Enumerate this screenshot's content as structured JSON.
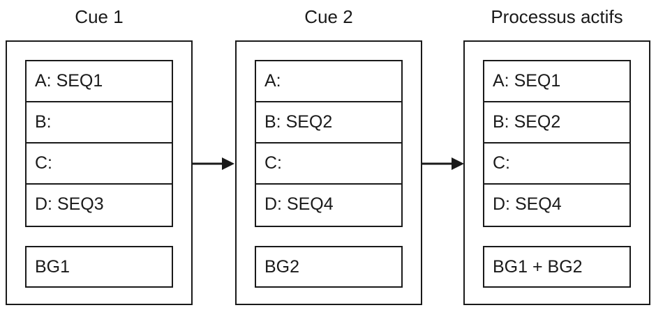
{
  "panels": [
    {
      "title": "Cue 1",
      "slots": [
        "A: SEQ1",
        "B:",
        "C:",
        "D: SEQ3"
      ],
      "background": "BG1"
    },
    {
      "title": "Cue 2",
      "slots": [
        "A:",
        "B: SEQ2",
        "C:",
        "D: SEQ4"
      ],
      "background": "BG2"
    },
    {
      "title": "Processus actifs",
      "slots": [
        "A: SEQ1",
        "B: SEQ2",
        "C:",
        "D: SEQ4"
      ],
      "background": "BG1 + BG2"
    }
  ],
  "colors": {
    "stroke": "#1a1a1a",
    "background": "#ffffff"
  }
}
